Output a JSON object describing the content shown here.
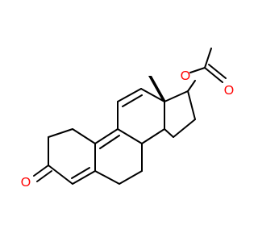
{
  "molecule": {
    "atom_labels": {
      "carbonyl_oxygen": "O",
      "ester_oxygen": "O",
      "acetyl_oxygen": "O"
    },
    "colors": {
      "bond": "#000000",
      "oxygen": "#ff0000",
      "background": "#ffffff"
    }
  }
}
